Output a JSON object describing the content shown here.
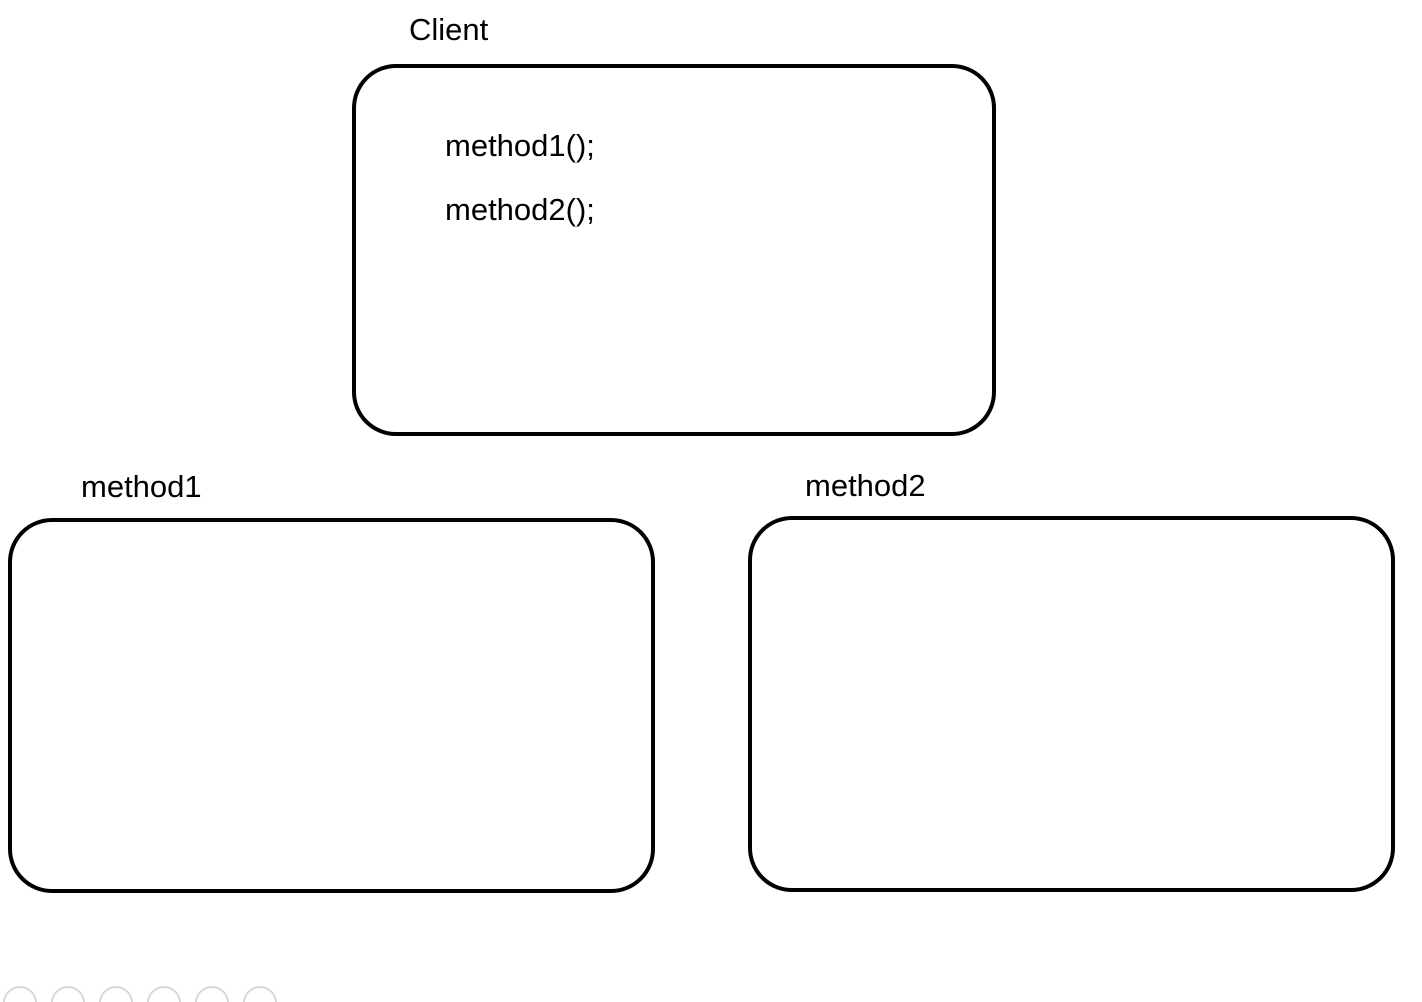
{
  "diagram": {
    "background_color": "#ffffff",
    "stroke_color": "#000000",
    "text_color": "#000000",
    "nodes": [
      {
        "id": "client",
        "label": "Client",
        "lines": [
          "method1();",
          "method2();"
        ]
      },
      {
        "id": "method1",
        "label": "method1",
        "lines": []
      },
      {
        "id": "method2",
        "label": "method2",
        "lines": []
      }
    ],
    "bottom_decoration": {
      "shape": "circle",
      "count": 6,
      "color": "#d8d8d8"
    }
  }
}
